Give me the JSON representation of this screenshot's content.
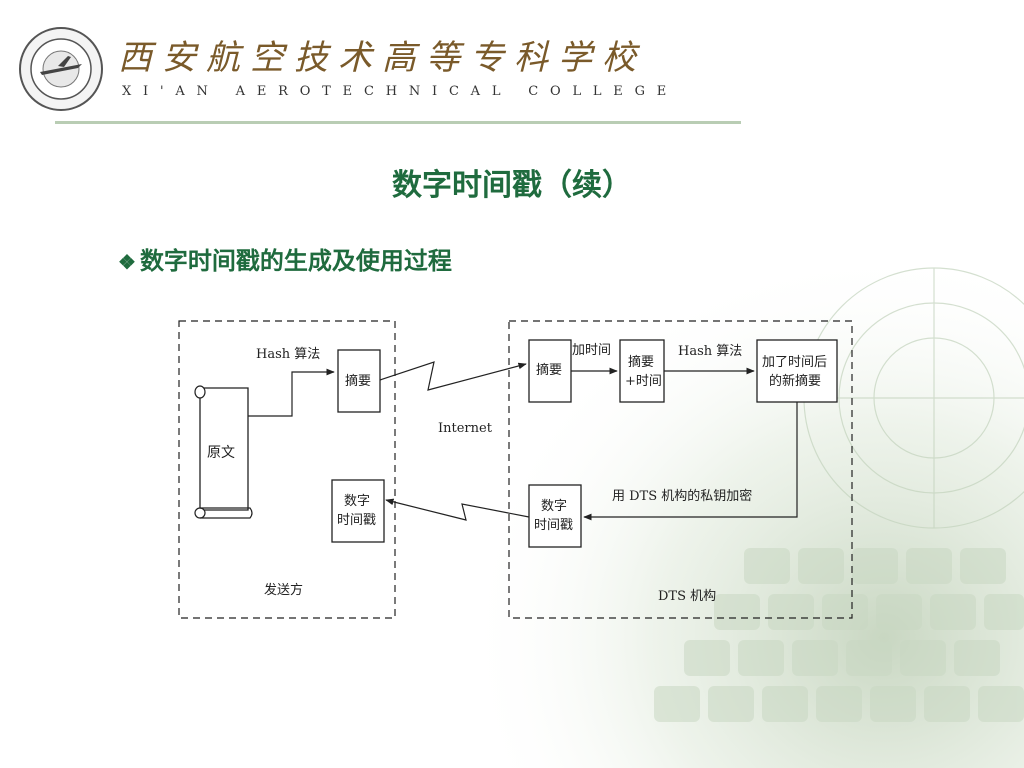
{
  "header": {
    "school_name_cn": "西安航空技术高等专科学校",
    "school_name_en": "XI'AN AEROTECHNICAL COLLEGE"
  },
  "slide": {
    "title": "数字时间戳（续）",
    "bullet_icon": "diamond-bullet-icon",
    "bullet": "数字时间戳的生成及使用过程"
  },
  "diagram": {
    "sender_label": "发送方",
    "original": "原文",
    "hash1": "Hash 算法",
    "digest": "摘要",
    "internet": "Internet",
    "dts_digest": "摘要",
    "add_time": "加时间",
    "digest_time_line1": "摘要",
    "digest_time_line2": "+时间",
    "hash2": "Hash 算法",
    "new_digest_line1": "加了时间后",
    "new_digest_line2": "的新摘要",
    "encrypt": "用 DTS 机构的私钥加密",
    "ts_dts_line1": "数字",
    "ts_dts_line2": "时间戳",
    "ts_sender_line1": "数字",
    "ts_sender_line2": "时间戳",
    "dts_label": "DTS 机构"
  },
  "colors": {
    "title": "#1f6b3e",
    "school_cn": "#7a5a2a",
    "rule": "#b9cdb4"
  }
}
